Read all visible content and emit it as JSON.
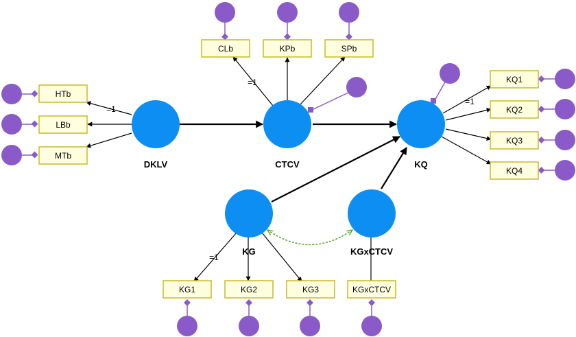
{
  "latents": {
    "dklv": "DKLV",
    "ctcv": "CTCV",
    "kq": "KQ",
    "kg": "KG",
    "kgxctcv": "KGxCTCV"
  },
  "indicators": {
    "htb": "HTb",
    "lbb": "LBb",
    "mtb": "MTb",
    "clb": "CLb",
    "kpb": "KPb",
    "spb": "SPb",
    "kq1": "KQ1",
    "kq2": "KQ2",
    "kq3": "KQ3",
    "kq4": "KQ4",
    "kg1": "KG1",
    "kg2": "KG2",
    "kg3": "KG3",
    "kgxctcv": "KGxCTCV"
  },
  "constraint_labels": {
    "dklv_htb": "=1",
    "ctcv_clb": "=1",
    "kq_kq1": "=1",
    "kg_kg1": "=1"
  },
  "colors": {
    "latent": "#0d8ef2",
    "error": "#8a5ac8",
    "indicator_fill": "#ffffe0",
    "indicator_border": "#c8b828",
    "covariance": "#5aa72e"
  }
}
